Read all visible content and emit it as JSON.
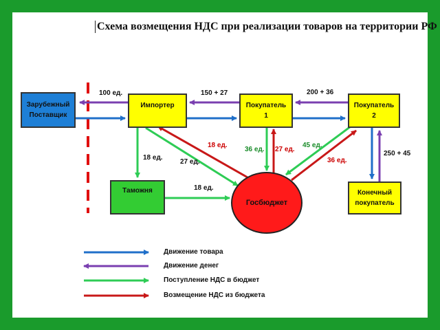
{
  "title": "Схема возмещения НДС при реализации товаров на территории  РФ",
  "nodes": {
    "supplier": [
      "Зарубежный",
      "Поставщик"
    ],
    "importer": "Импортер",
    "buyer1": [
      "Покупатель",
      "1"
    ],
    "buyer2": [
      "Покупатель",
      "2"
    ],
    "customs": "Таможня",
    "budget": "Госбюджет",
    "final": [
      "Конечный",
      "покупатель"
    ]
  },
  "labels": {
    "supplier_importer": "100 ед.",
    "importer_buyer1": "150 + 27",
    "buyer1_buyer2": "200  + 36",
    "importer_customs": "18 ед.",
    "customs_budget": "18 ед.",
    "importer_budget_green": "27 ед.",
    "budget_importer_red": "18 ед.",
    "buyer1_budget_green": "36 ед.",
    "budget_buyer1_red": "27 ед.",
    "buyer2_budget_green": "45 ед.",
    "budget_buyer2_red": "36 ед.",
    "buyer2_final": "250 + 45"
  },
  "legend": [
    {
      "text": "Движение товара",
      "color": "#1f6fc9"
    },
    {
      "text": "Движение  денег",
      "color": "#7a3fb0"
    },
    {
      "text": "Поступление НДС  в бюджет",
      "color": "#2ecc55"
    },
    {
      "text": "Возмещение НДС из бюджета",
      "color": "#c81818"
    }
  ],
  "colors": {
    "frame": "#1a9b2c",
    "blue": "#1f6fc9",
    "purple": "#7a3fb0",
    "green": "#2ecc55",
    "red": "#c81818",
    "border_dash": "#e01010"
  }
}
